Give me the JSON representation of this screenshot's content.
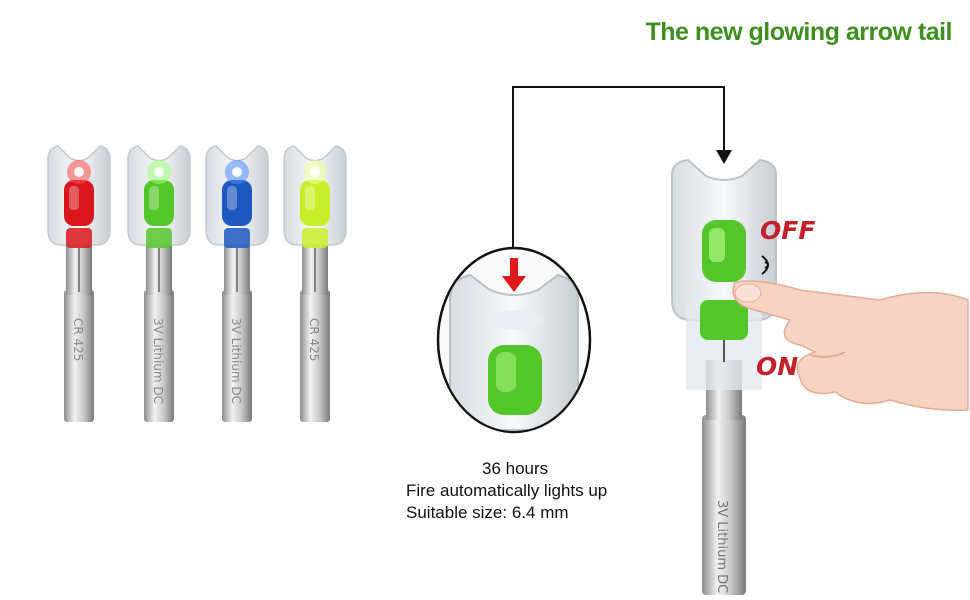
{
  "title": "The new glowing arrow tail",
  "nocks": [
    {
      "color": "#d9161c",
      "glow": "#ff4a4a",
      "print": "CR 425"
    },
    {
      "color": "#53c62a",
      "glow": "#9cff7a",
      "print": "3V Lithium DC"
    },
    {
      "color": "#1d58c0",
      "glow": "#4f8bff",
      "print": "3V Lithium DC"
    },
    {
      "color": "#c9ef2a",
      "glow": "#f1ff9a",
      "print": "CR 425"
    }
  ],
  "spec_lines": [
    "36 hours",
    "Fire automatically lights up",
    "Suitable size: 6.4 mm"
  ],
  "switch_labels": {
    "off": "OFF",
    "on": "ON"
  },
  "colors": {
    "title": "#3f8f1f",
    "label": "#c4202a",
    "accent_green": "#53c62a"
  }
}
